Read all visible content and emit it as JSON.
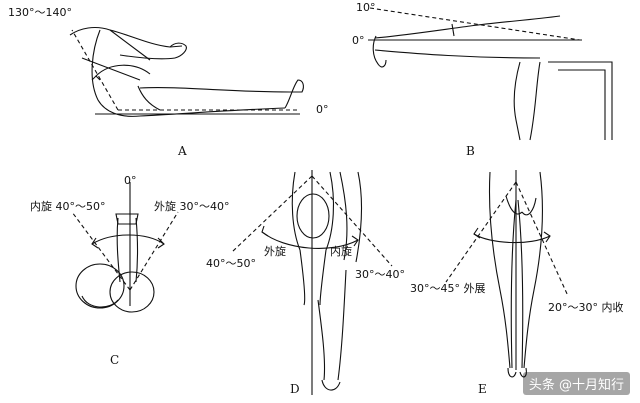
{
  "panels": {
    "a": {
      "letter": "A",
      "angle_top": "130°～140°",
      "angle_zero": "0°"
    },
    "b": {
      "letter": "B",
      "angle_top": "10°",
      "angle_zero": "0°"
    },
    "c": {
      "letter": "C",
      "zero": "0°",
      "left": "内旋 40°～50°",
      "right": "外旋 30°～40°"
    },
    "d": {
      "letter": "D",
      "left_range": "40°～50°",
      "left_label": "外旋",
      "right_label": "内旋",
      "right_range": "30°～40°"
    },
    "e": {
      "letter": "E",
      "left": "30°～45° 外展",
      "right": "20°～30° 内收"
    }
  },
  "watermark": "头条 @十月知行"
}
